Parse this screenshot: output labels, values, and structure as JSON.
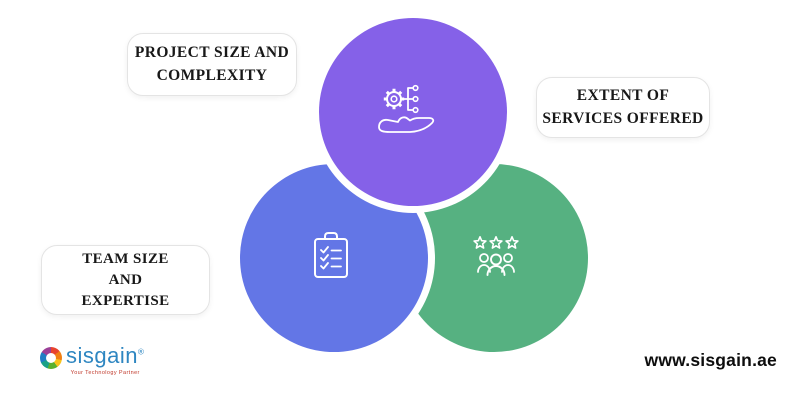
{
  "page": {
    "background": "#ffffff"
  },
  "labels": {
    "project": {
      "line1": "PROJECT SIZE AND",
      "line2": "COMPLEXITY"
    },
    "services": {
      "line1": "EXTENT OF",
      "line2": "SERVICES OFFERED"
    },
    "team": {
      "line1": "TEAM SIZE",
      "line2": "AND",
      "line3": "EXPERTISE"
    }
  },
  "circles": {
    "project": {
      "color": "#8561E8",
      "icon": "gear-network-hand-icon"
    },
    "team": {
      "color": "#6376E6",
      "icon": "clipboard-checklist-icon"
    },
    "services": {
      "color": "#56B181",
      "icon": "team-rating-icon"
    }
  },
  "branding": {
    "logo_text": "sisgain",
    "registered_mark": "®",
    "tagline": "Your Technology Partner",
    "logo_color": "#2E86C1",
    "website": "www.sisgain.ae"
  }
}
